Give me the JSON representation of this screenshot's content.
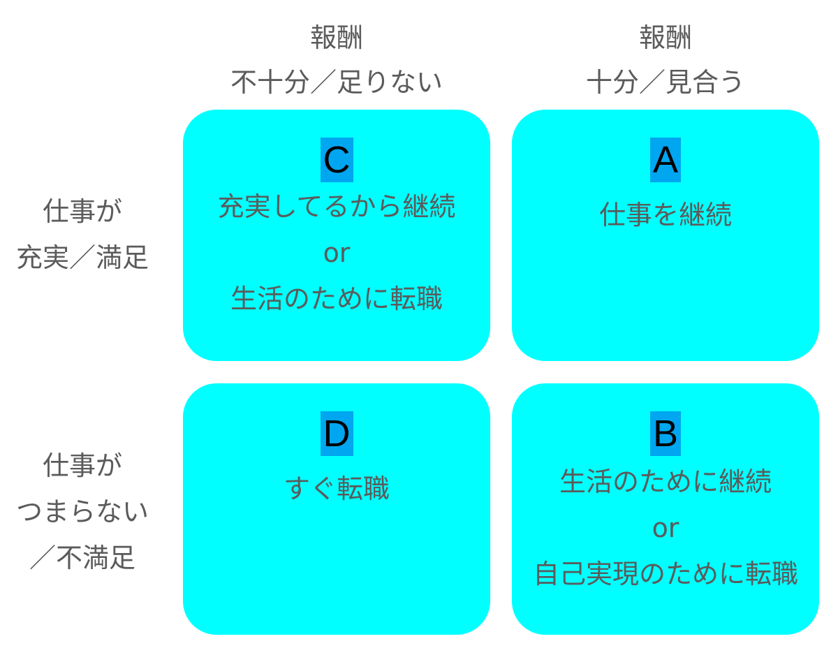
{
  "colors": {
    "quadrant_fill": "#00ffff",
    "letter_highlight": "#00a6f0",
    "text": "#5b5b5b",
    "letter_text": "#000000"
  },
  "columns": {
    "low": {
      "line1": "報酬",
      "line2": "不十分／足りない"
    },
    "high": {
      "line1": "報酬",
      "line2": "十分／見合う"
    }
  },
  "rows": {
    "fulfilled": {
      "line1": "仕事が",
      "line2": "充実／満足"
    },
    "boring": {
      "line1": "仕事が",
      "line2": "つまらない",
      "line3": "／不満足"
    }
  },
  "quadrants": {
    "c": {
      "letter": "C",
      "lines": [
        "充実してるから継続",
        "or",
        "生活のために転職"
      ]
    },
    "a": {
      "letter": "A",
      "lines": [
        "仕事を継続"
      ]
    },
    "d": {
      "letter": "D",
      "lines": [
        "すぐ転職"
      ]
    },
    "b": {
      "letter": "B",
      "lines": [
        "生活のために継続",
        "or",
        "自己実現のために転職"
      ]
    }
  }
}
